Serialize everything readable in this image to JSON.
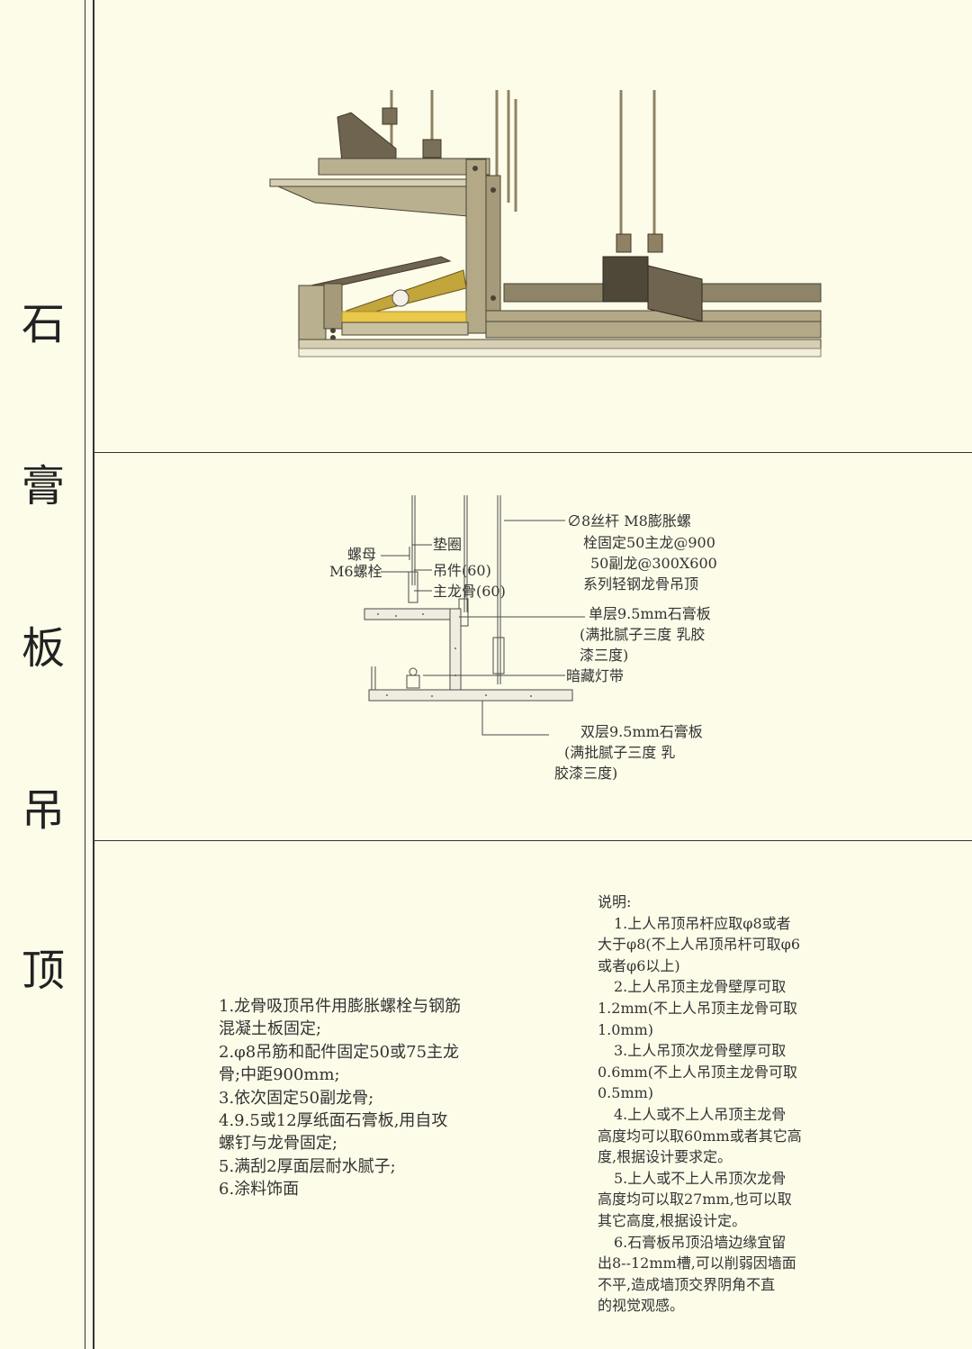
{
  "title_chars": [
    "石",
    "膏",
    "板",
    "吊",
    "顶"
  ],
  "section": {
    "left": {
      "nut": "螺母",
      "bolt": "M6螺栓"
    },
    "mid": {
      "washer": "垫圈",
      "hanger": "吊件(60)",
      "main_keel": "主龙骨(60)"
    },
    "right": {
      "rod": [
        "∅8丝杆 M8膨胀螺",
        "栓固定50主龙@900",
        "50副龙@300X600",
        "系列轻钢龙骨吊顶"
      ],
      "single_board": [
        "单层9.5mm石膏板",
        "(满批腻子三度 乳胶",
        "漆三度)"
      ],
      "light_strip": "暗藏灯带",
      "double_board": [
        "双层9.5mm石膏板",
        "(满批腻子三度 乳",
        "胶漆三度)"
      ]
    }
  },
  "steps": [
    "1.龙骨吸顶吊件用膨胀螺栓与钢筋",
    "混凝土板固定;",
    "2.φ8吊筋和配件固定50或75主龙",
    "骨;中距900mm;",
    "3.依次固定50副龙骨;",
    "4.9.5或12厚纸面石膏板,用自攻",
    "螺钉与龙骨固定;",
    "5.满刮2厚面层耐水腻子;",
    "6.涂料饰面"
  ],
  "explanation": {
    "heading": "说明:",
    "lines": [
      "1.上人吊顶吊杆应取φ8或者",
      "大于φ8(不上人吊顶吊杆可取φ6",
      "或者φ6以上)",
      "2.上人吊顶主龙骨壁厚可取",
      "1.2mm(不上人吊顶主龙骨可取",
      "1.0mm)",
      "3.上人吊顶次龙骨壁厚可取",
      "0.6mm(不上人吊顶主龙骨可取",
      "0.5mm)",
      "4.上人或不上人吊顶主龙骨",
      "高度均可以取60mm或者其它高",
      "度,根据设计要求定。",
      "5.上人或不上人吊顶次龙骨",
      "高度均可以取27mm,也可以取",
      "其它高度,根据设计定。",
      "6.石膏板吊顶沿墙边缘宜留",
      "出8--12mm槽,可以削弱因墙面",
      "不平,造成墙顶交界阴角不直",
      "的视觉观感。"
    ]
  },
  "colors": {
    "background": "#fdfce9",
    "frame": "#8f8264",
    "frame_dark": "#4a4334",
    "board": "#b9b08f",
    "glow": "#e9c84a",
    "ink": "#333333"
  }
}
